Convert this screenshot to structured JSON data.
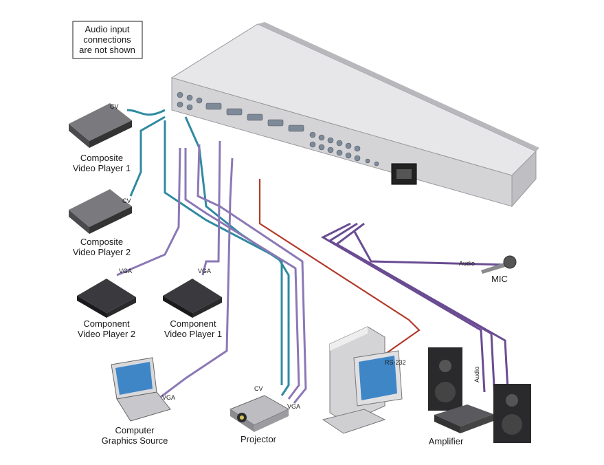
{
  "note": {
    "line1": "Audio input",
    "line2": "connections",
    "line3": "are not shown"
  },
  "devices": {
    "composite1": {
      "line1": "Composite",
      "line2": "Video Player 1"
    },
    "composite2": {
      "line1": "Composite",
      "line2": "Video Player 2"
    },
    "component2": {
      "line1": "Component",
      "line2": "Video Player 2"
    },
    "component1": {
      "line1": "Component",
      "line2": "Video Player 1"
    },
    "computer": {
      "line1": "Computer",
      "line2": "Graphics Source"
    },
    "projector": {
      "label": "Projector"
    },
    "amplifier": {
      "label": "Amplifier"
    },
    "mic": {
      "label": "MIC"
    }
  },
  "cable_labels": {
    "cv1": "CV",
    "cv2": "CV",
    "vga1": "VGA",
    "vga2": "VGA",
    "vga3": "VGA",
    "cv_proj": "CV",
    "vga_proj": "VGA",
    "rs232": "RS-232",
    "audio_mic": "Audio",
    "audio_amp": "Audio"
  },
  "colors": {
    "cv_cable": "#2f8aa0",
    "vga_cable": "#8b78b5",
    "rs232_cable": "#b23a2a",
    "audio_cable": "#6a4c93"
  }
}
